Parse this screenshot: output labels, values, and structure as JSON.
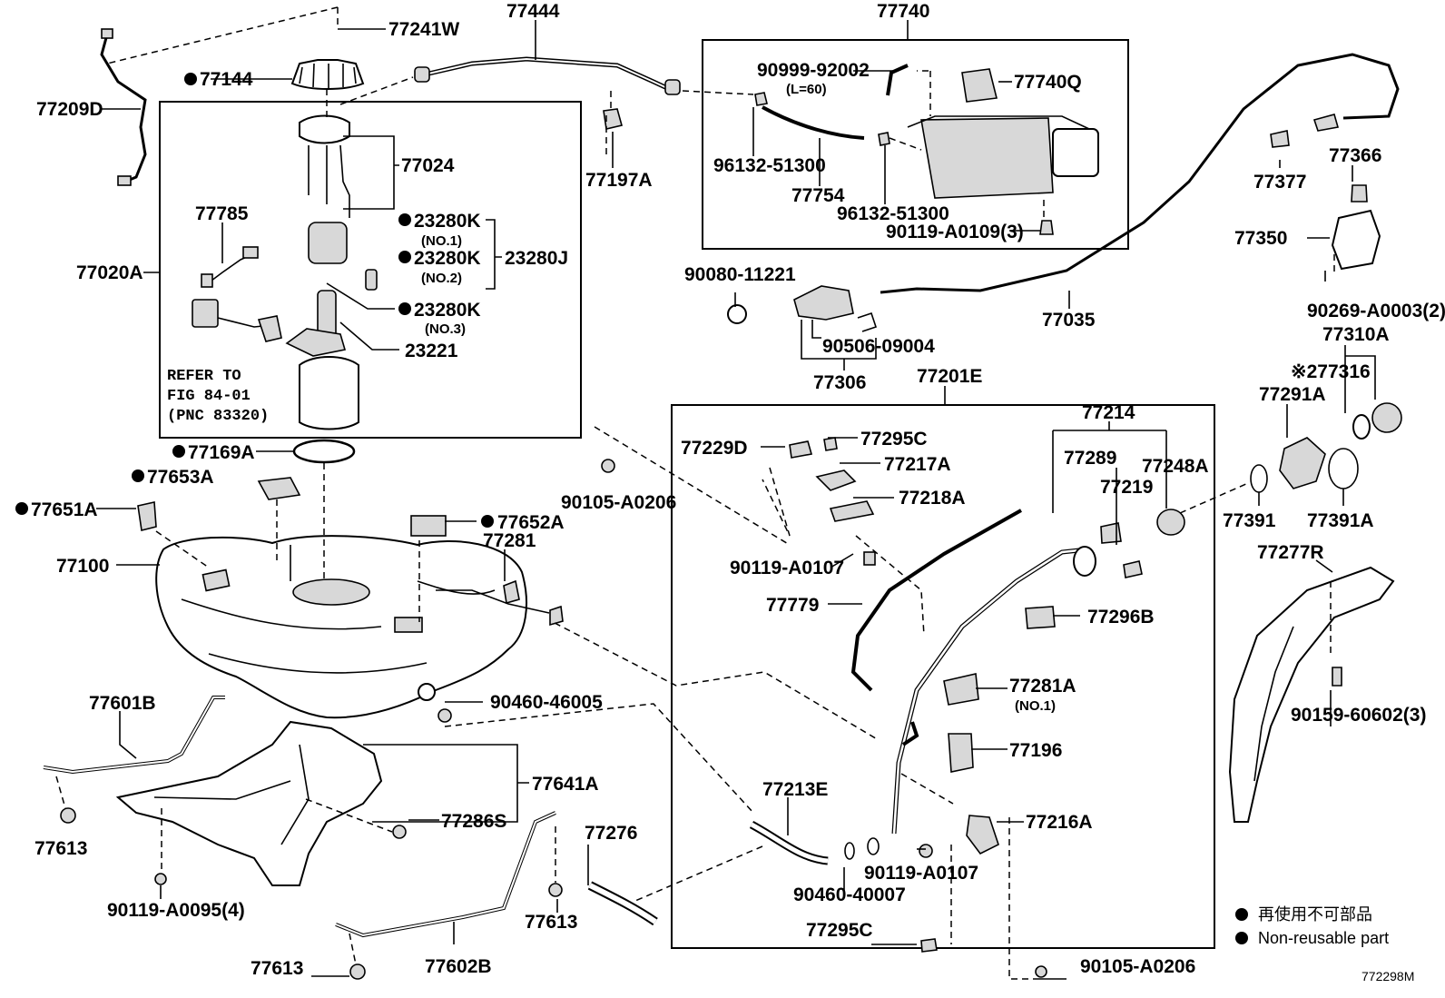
{
  "labels": {
    "p77241W": "77241W",
    "p77444": "77444",
    "p77740": "77740",
    "p77209D": "77209D",
    "p77144": "77144",
    "p90999_92002": "90999-92002",
    "l60": "(L=60)",
    "p77740Q": "77740Q",
    "p77024": "77024",
    "p77197A": "77197A",
    "p96132_51300a": "96132-51300",
    "p77754": "77754",
    "p96132_51300b": "96132-51300",
    "p90119_A0109": "90119-A0109(3)",
    "p77785": "77785",
    "p23280K_1": "23280K",
    "no1": "(NO.1)",
    "p23280K_2": "23280K",
    "no2": "(NO.2)",
    "p23280J": "23280J",
    "p77020A": "77020A",
    "p23280K_3": "23280K",
    "no3": "(NO.3)",
    "p23221": "23221",
    "refer1": "REFER TO",
    "refer2": "FIG 84-01",
    "refer3": "(PNC 83320)",
    "p77377": "77377",
    "p77366": "77366",
    "p77350": "77350",
    "p90080_11221": "90080-11221",
    "p77035": "77035",
    "p90506_09004": "90506-09004",
    "p90269_A0003": "90269-A0003(2)",
    "p77310A": "77310A",
    "p77306": "77306",
    "p77201E": "77201E",
    "p77316": "※277316",
    "p77291A": "77291A",
    "p77169A": "77169A",
    "p77214": "77214",
    "p77229D": "77229D",
    "p77295C_top": "77295C",
    "p77289": "77289",
    "p77248A": "77248A",
    "p77653A": "77653A",
    "p77217A": "77217A",
    "p77219": "77219",
    "p90105_A0206_top": "90105-A0206",
    "p77218A": "77218A",
    "p77651A": "77651A",
    "p77652A": "77652A",
    "p77391": "77391",
    "p77391A": "77391A",
    "p77281": "77281",
    "p77277R": "77277R",
    "p77100": "77100",
    "p90119_A0107_top": "90119-A0107",
    "p77779": "77779",
    "p77296B": "77296B",
    "p77281A": "77281A",
    "no1b": "(NO.1)",
    "p77601B": "77601B",
    "p90460_46005": "90460-46005",
    "p90159_60602": "90159-60602(3)",
    "p77196": "77196",
    "p77641A": "77641A",
    "p77213E": "77213E",
    "p77286S": "77286S",
    "p77216A": "77216A",
    "p77613_left": "77613",
    "p77276": "77276",
    "p90119_A0107_bot": "90119-A0107",
    "p90460_40007": "90460-40007",
    "p90119_A0095": "90119-A0095(4)",
    "p77613_mid": "77613",
    "p77295C_bot": "77295C",
    "p77613_bot": "77613",
    "p77602B": "77602B",
    "p90105_A0206_bot": "90105-A0206"
  },
  "legend": {
    "jp": "再使用不可部品",
    "en": "Non-reusable part"
  },
  "figure_code": "772298M",
  "colors": {
    "ink": "#000000",
    "paper": "#ffffff",
    "shade": "#d8d8d8"
  }
}
